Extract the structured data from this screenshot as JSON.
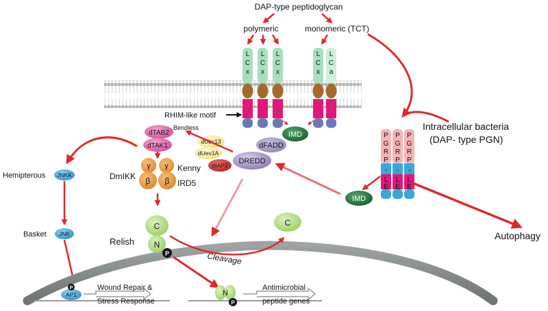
{
  "ligand": {
    "title": "DAP-type peptidoglycan",
    "polymeric": "polymeric",
    "monomeric": "monomeric (TCT)"
  },
  "receptor_membrane": {
    "lcx": [
      "L",
      "C",
      "x"
    ],
    "lca": [
      "L",
      "C",
      "a"
    ]
  },
  "rhim_label": "RHIM-like motif",
  "intracellular": {
    "line1": "Intracellular bacteria",
    "line2": "(DAP- type PGN)"
  },
  "pgrp_le": {
    "top": [
      "P",
      "G",
      "R",
      "P"
    ],
    "bottom": [
      "L",
      "E"
    ]
  },
  "proteins": {
    "imd": "IMD",
    "imd2": "IMD",
    "dfadd": "dFADD",
    "dredd": "DREDD",
    "dtab2": "dTAB2",
    "dtak1": "dTAK1",
    "bendless": "Bendless",
    "dubc13": "dUbc13",
    "duev1a": "dUev1A",
    "diap2": "dIAP2",
    "gamma": "γ",
    "beta": "β",
    "kenny": "Kenny",
    "ird5": "IRD5",
    "dmikk": "DmIKK",
    "jnkk": "JNKK",
    "jnk": "JNK",
    "ap1": "AP1",
    "p": "P"
  },
  "labels": {
    "hemipterous": "Hemipterous",
    "basket": "Basket",
    "relish": "Relish",
    "c": "C",
    "n": "N",
    "cleavage": "Cleavage",
    "autophagy": "Autophagy",
    "wound1": "Wound Repair &",
    "wound2": "Stress Response",
    "anti1": "Antimicrobial",
    "anti2": "peptide genes"
  },
  "colors": {
    "arrow": "#e02828",
    "membrane": "#a7a7a7",
    "lc_green": "#a9dfbf",
    "tm_brown": "#a46a2c",
    "pink_band": "#e0187a",
    "blue_band": "#6c78b8",
    "imd_green": "#2a7a44",
    "ikk_orange": "#f09a3a",
    "jnk_blue": "#3aa7dc",
    "relish_green": "#b9e08f",
    "pgrp_pink": "#f5b4b8",
    "nucleus": "#8a8f8f"
  }
}
